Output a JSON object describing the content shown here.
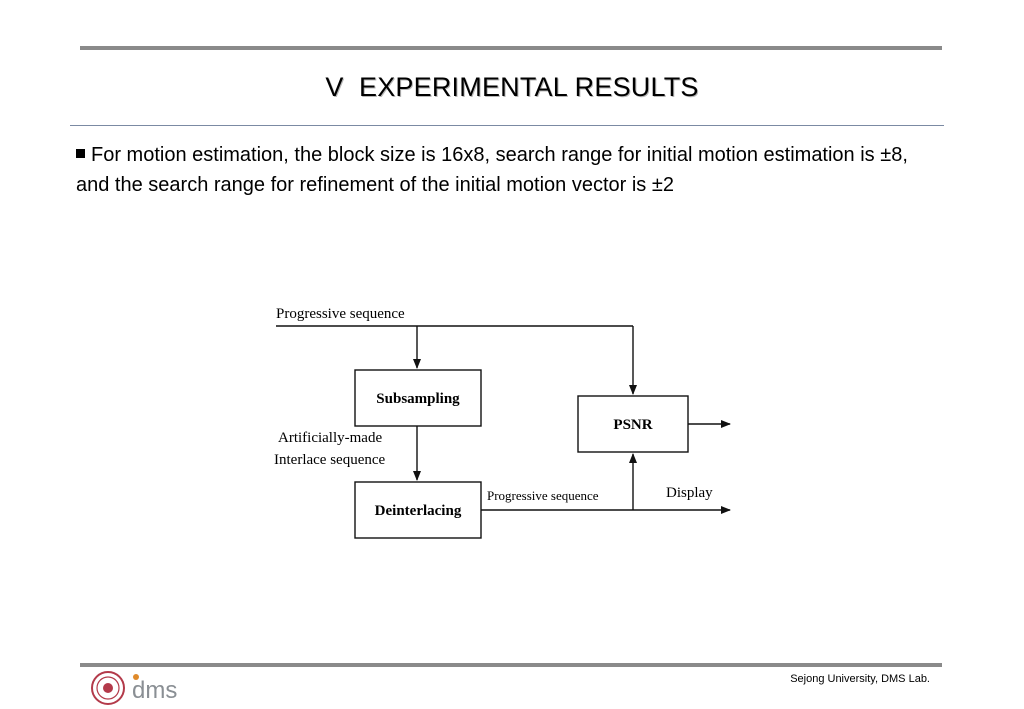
{
  "slide": {
    "title": "V  EXPERIMENTAL RESULTS",
    "paragraph": "For motion estimation, the block size is 16x8, search range for initial motion estimation is ±8, and the search range for refinement of the initial motion vector is ±2"
  },
  "diagram": {
    "input_label": "Progressive sequence",
    "subsampling_label": "Subsampling",
    "intermediate_label_line1": "Artificially-made",
    "intermediate_label_line2": "Interlace sequence",
    "deinterlacing_label": "Deinterlacing",
    "psnr_label": "PSNR",
    "output_label": "Progressive sequence",
    "display_label": "Display"
  },
  "footer": {
    "text": "Sejong University, DMS Lab.",
    "logo_text": "dms",
    "logo_color": "#8a8f94",
    "logo_dot_color": "#e08a2a",
    "seal_color": "#b33a4a"
  }
}
